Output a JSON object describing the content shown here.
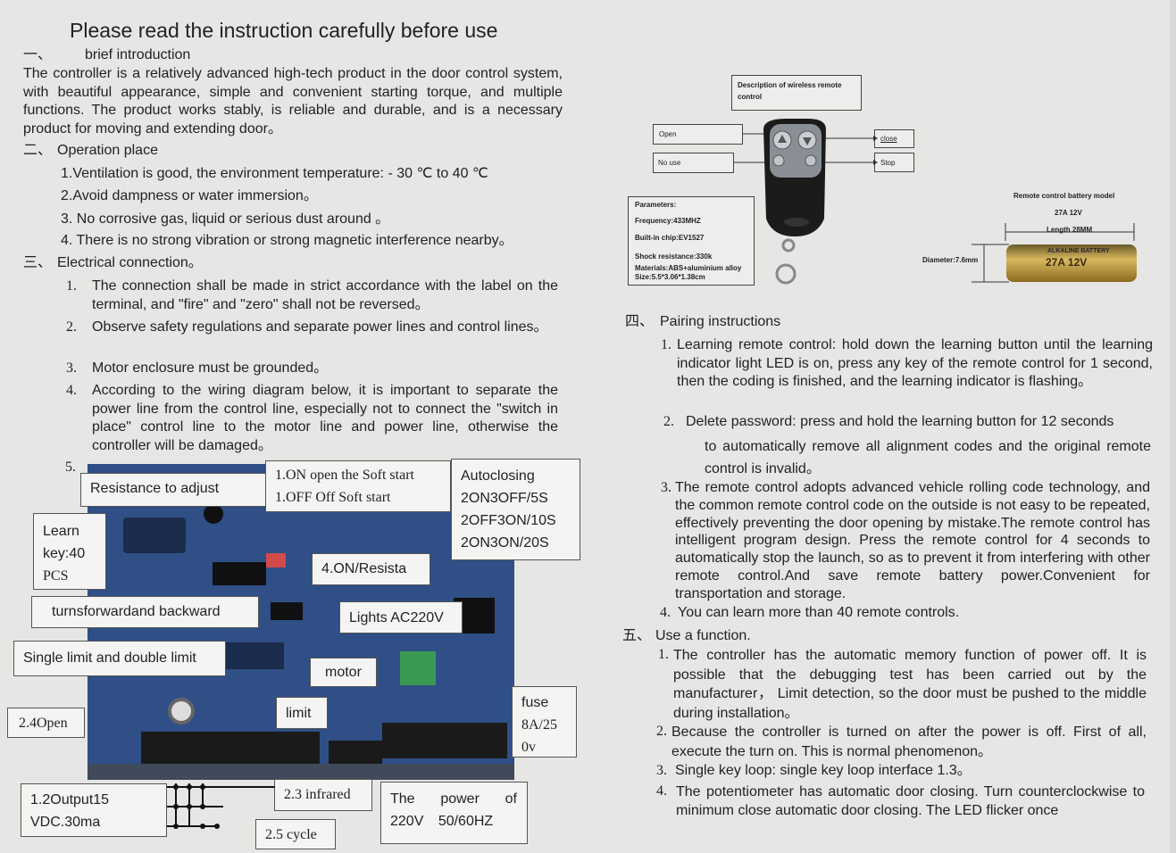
{
  "title": "Please read the instruction carefully before use",
  "sections": {
    "intro": {
      "marker": "一、",
      "heading": "brief introduction",
      "text": "The controller is a relatively advanced high-tech product in the door control system, with beautiful appearance, simple and convenient starting torque, and multiple functions. The product works stably, is reliable and durable, and is a necessary product for moving and extending door。"
    },
    "operation": {
      "marker": "二、",
      "heading": "Operation place",
      "items": [
        "1.Ventilation is good, the environment temperature: - 30 ℃ to 40 ℃",
        "2.Avoid dampness or water immersion。",
        "3. No corrosive gas, liquid or serious dust around 。",
        "4. There is no strong vibration or strong magnetic interference nearby。"
      ]
    },
    "electrical": {
      "marker": "三、",
      "heading": "Electrical connection。",
      "items": [
        {
          "num": "1.",
          "text": "The connection shall be made in strict accordance with the label on the terminal, and \"fire\" and \"zero\" shall not be reversed。"
        },
        {
          "num": "2.",
          "text": "Observe safety regulations and separate power lines and control lines。"
        },
        {
          "num": "3.",
          "text": "Motor enclosure must be grounded。"
        },
        {
          "num": "4.",
          "text": "According to the wiring diagram below, it is important to separate the power line from the control line, especially not to connect the \"switch in place\" control line to the motor line and power line, otherwise the controller will be damaged。"
        }
      ],
      "item5_num": "5."
    },
    "pairing": {
      "marker": "四、",
      "heading": "Pairing instructions",
      "items": [
        {
          "num": "1.",
          "text": "Learning remote control: hold down the learning button until the learning indicator light LED is on, press any key of the remote control for 1 second, then the coding is finished, and the learning indicator is flashing。"
        },
        {
          "num": "2.",
          "line1": "Delete password: press and hold the learning button for 12 seconds",
          "rest": "to automatically remove all alignment codes and the original remote control is invalid。"
        },
        {
          "num": "3.",
          "text": "The remote control adopts advanced vehicle rolling code technology, and the common remote control code on the outside is not easy to be repeated, effectively preventing the door opening by mistake.The remote control has intelligent program design. Press the remote control for 4 seconds to automatically stop the launch, so as to prevent it from interfering with other remote control.And save remote battery power.Convenient for transportation and storage."
        },
        {
          "num": "4.",
          "text": "You can learn more than 40 remote controls."
        }
      ]
    },
    "use": {
      "marker": "五、",
      "heading": "Use a function.",
      "items": [
        {
          "num": "1.",
          "text": "The controller has the automatic memory function of power off. It is possible that the debugging test has been carried out by the manufacturer， Limit detection, so the door must be pushed to the middle during installation。"
        },
        {
          "num": "2.",
          "text": "Because the controller is turned on after the power is off. First of all, execute the turn on. This is normal phenomenon。"
        },
        {
          "num": "3.",
          "text": "Single key loop: single key loop interface 1.3。"
        },
        {
          "num": "4.",
          "text": "The potentiometer has automatic door closing. Turn counterclockwise to minimum close automatic door closing. The LED flicker once"
        }
      ]
    }
  },
  "remote": {
    "description": "Description of wireless remote control",
    "open": "Open",
    "no_use": "No use",
    "close": "close",
    "stop": "Stop",
    "parameters": {
      "heading": "Parameters:",
      "frequency": "Frequency:433MHZ",
      "chip": "Built-in chip:EV1527",
      "shock": "Shock resistance:330k",
      "materials": "Materials:ABS+aluminium alloy",
      "size": "Size:5.5*3.06*1.38cm"
    },
    "battery": {
      "model_label": "Remote control battery model",
      "model": "27A 12V",
      "length": "Length 28MM",
      "diameter": "Diameter:7.6mm",
      "printed_top": "ALKALINE BATTERY",
      "printed_main": "27A 12V"
    }
  },
  "diagram": {
    "resistance": "Resistance to adjust",
    "soft_on": "1.ON open the Soft start",
    "soft_off": "1.OFF Off Soft start",
    "autoclosing": [
      "Autoclosing",
      "2ON3OFF/5S",
      "2OFF3ON/10S",
      "2ON3ON/20S"
    ],
    "learn": [
      "Learn",
      "key:40",
      "PCS"
    ],
    "on_resista": "4.ON/Resista",
    "turns": "turnsforwardand backward",
    "lights": "Lights AC220V",
    "limit_mode": "Single limit and double limit",
    "motor": "motor",
    "fuse": [
      "fuse",
      "8A/25",
      "0v"
    ],
    "open": "2.4Open",
    "limit": "limit",
    "output": [
      "1.2Output15",
      "VDC.30ma"
    ],
    "infrared": "2.3 infrared",
    "power": [
      "The power of",
      "220V 50/60HZ"
    ],
    "cycle": "2.5 cycle"
  },
  "colors": {
    "paper": "#e6e6e4",
    "board": "#2f4f86",
    "text": "#222222",
    "battery": "#c8a04a"
  }
}
